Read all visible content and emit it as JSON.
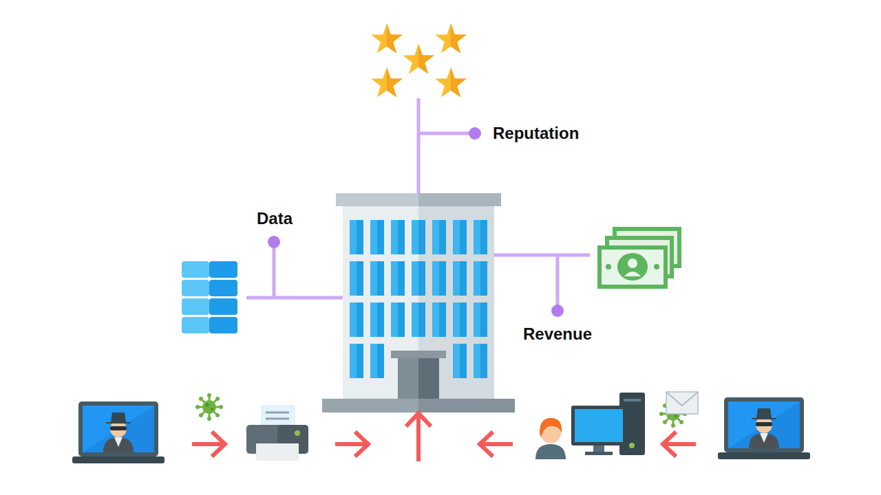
{
  "diagram": {
    "labels": [
      "Reputation",
      "Data",
      "Revenue"
    ]
  }
}
